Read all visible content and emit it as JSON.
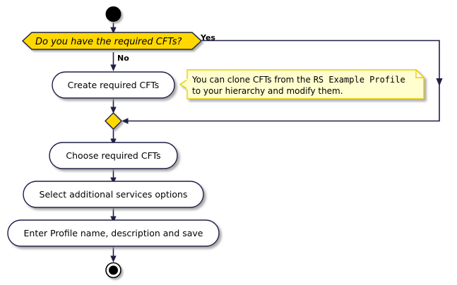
{
  "diagram": {
    "kind": "activity-diagram",
    "title": "",
    "colors": {
      "line": "#1F1F47",
      "activity_fill": "#FFFFFF",
      "activity_border": "#1F1F47",
      "decision_fill": "#FFD800",
      "decision_border": "#1F1F47",
      "merge_fill": "#FFD800",
      "note_fill": "#FEFECE",
      "note_border": "#EACD00",
      "node_fill": "#000000",
      "text": "#000000",
      "background": "#FFFFFF",
      "shadow": "#AAAAAA"
    },
    "start_node": {
      "name": "start"
    },
    "end_node": {
      "name": "stop"
    },
    "decision": {
      "label": "Do you have the required CFTs?",
      "yes_label": "Yes",
      "no_label": "No"
    },
    "activities": [
      {
        "id": "create",
        "label": "Create required CFTs"
      },
      {
        "id": "choose",
        "label": "Choose required CFTs"
      },
      {
        "id": "services",
        "label": "Select additional services options"
      },
      {
        "id": "save",
        "label": "Enter Profile name, description and save"
      }
    ],
    "note": {
      "attached_to": "create",
      "line1_pre": "You can clone CFTs from the ",
      "line1_mono": "RS Example Profile",
      "line2": "to your hierarchy and modify them."
    }
  }
}
